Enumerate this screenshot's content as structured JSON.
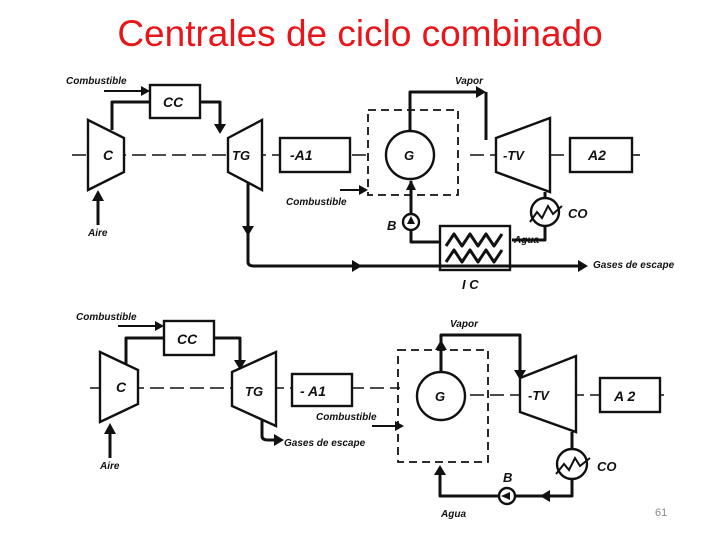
{
  "title": "Centrales de ciclo combinado",
  "title_color": "#e8161b",
  "page_number": "61",
  "top_diagram": {
    "fuel_in": "Combustible",
    "combustion_chamber": "CC",
    "compressor": "C",
    "gas_turbine": "TG",
    "alternator_1": "-A1",
    "generator": "G",
    "steam_turbine": "-TV",
    "alternator_2": "A2",
    "steam": "Vapor",
    "supplementary_fuel": "Combustible",
    "air": "Aire",
    "pump": "B",
    "water": "Agua",
    "condenser": "CO",
    "heat_exchanger": "I C",
    "exhaust": "Gases  de escape"
  },
  "bottom_diagram": {
    "fuel_in": "Combustible",
    "combustion_chamber": "CC",
    "compressor": "C",
    "gas_turbine": "TG",
    "alternator_1": "- A1",
    "generator": "G",
    "steam_turbine": "-TV",
    "alternator_2": "A 2",
    "steam": "Vapor",
    "supplementary_fuel": "Combustible",
    "exhaust": "Gases  de escape",
    "air": "Aire",
    "pump": "B",
    "water": "Agua",
    "condenser": "CO"
  }
}
